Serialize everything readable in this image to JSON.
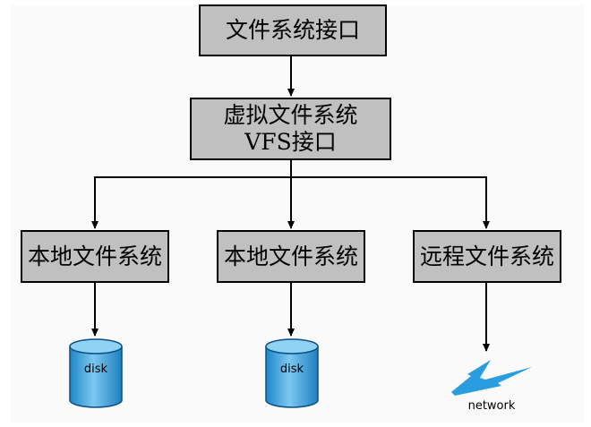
{
  "nodes": {
    "top": {
      "label": "文件系统接口"
    },
    "vfs": {
      "line1": "虚拟文件系统",
      "line2": "VFS接口"
    },
    "local1": {
      "label": "本地文件系统"
    },
    "local2": {
      "label": "本地文件系统"
    },
    "remote": {
      "label": "远程文件系统"
    }
  },
  "storage": {
    "disk1": {
      "label": "disk"
    },
    "disk2": {
      "label": "disk"
    },
    "network": {
      "label": "network"
    }
  },
  "colors": {
    "box_fill": "#c0c0c0",
    "disk_blue": "#3aa0dc",
    "network_blue": "#2a9de0"
  }
}
